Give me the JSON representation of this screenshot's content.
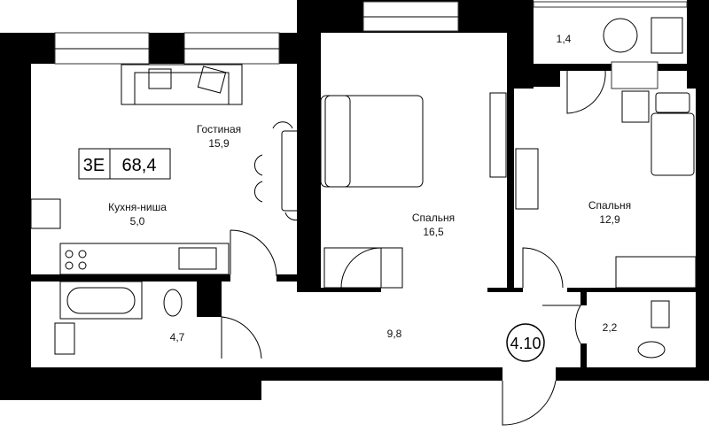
{
  "plan": {
    "rooms_count_label": "3Е",
    "total_area": "68,4",
    "apartment_number": "4.10",
    "rooms": {
      "living": {
        "name": "Гостиная",
        "area": "15,9"
      },
      "kitchen": {
        "name": "Кухня-ниша",
        "area": "5,0"
      },
      "bedroom_large": {
        "name": "Спальня",
        "area": "16,5"
      },
      "bedroom_small": {
        "name": "Спальня",
        "area": "12,9"
      },
      "balcony": {
        "area": "1,4"
      },
      "bathroom": {
        "area": "4,7"
      },
      "hallway": {
        "area": "9,8"
      },
      "wc": {
        "area": "2,2"
      }
    }
  }
}
